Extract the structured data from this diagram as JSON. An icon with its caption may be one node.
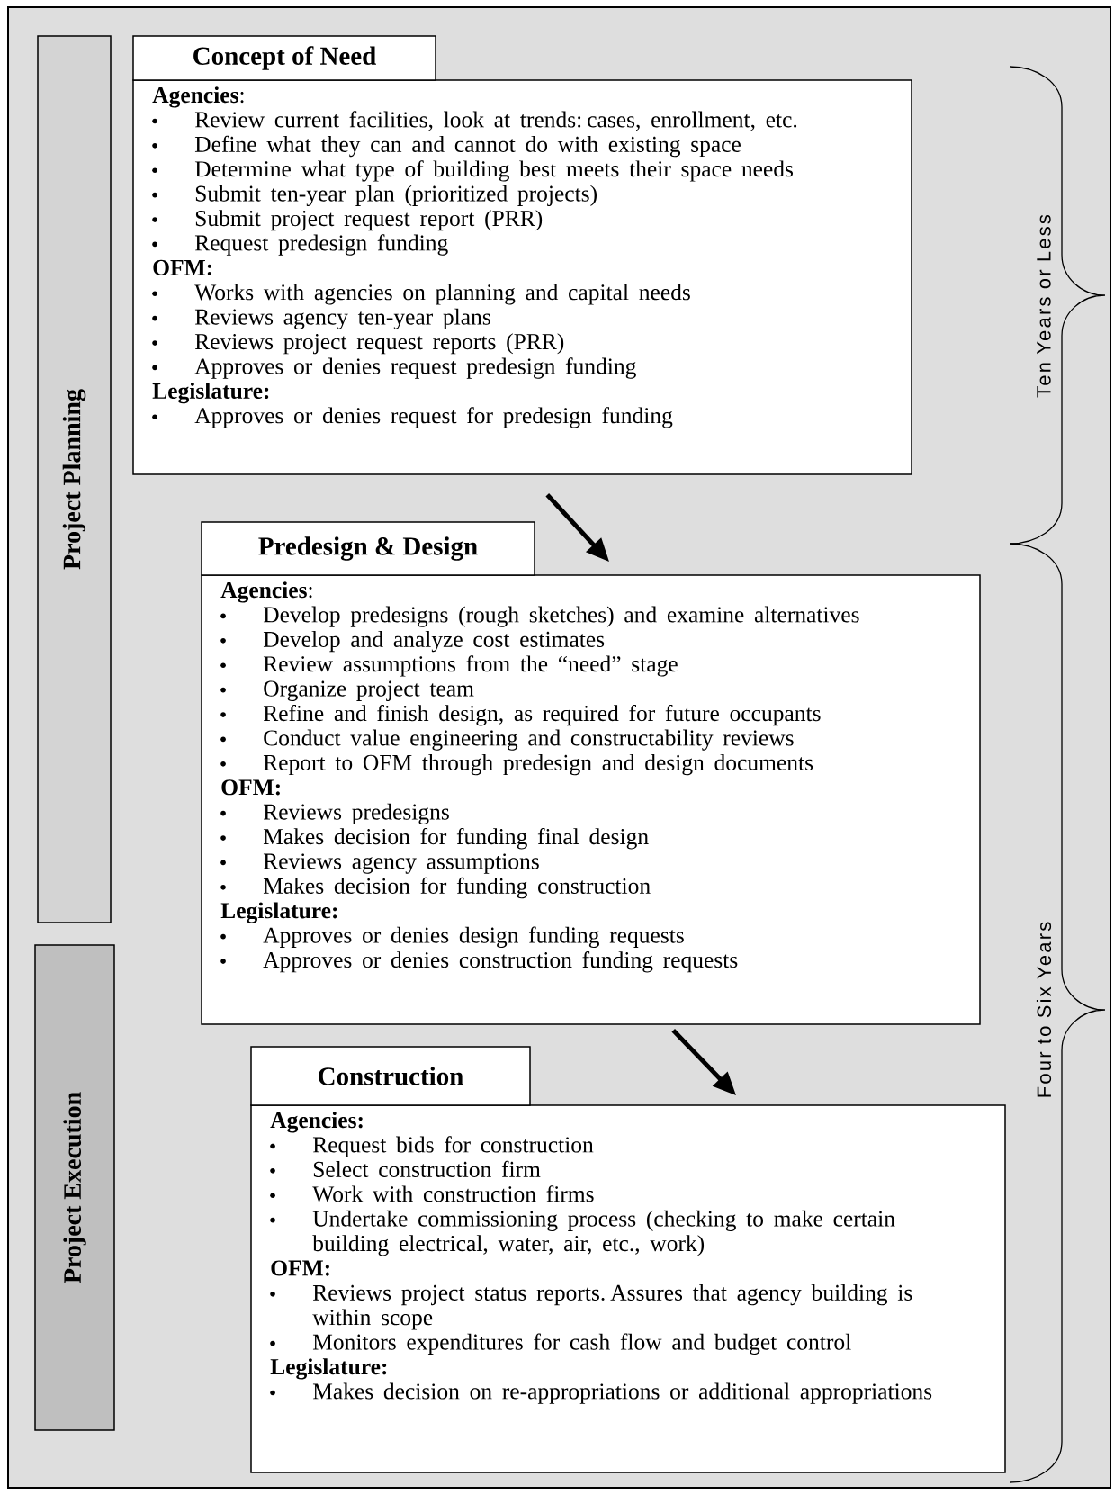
{
  "diagram": {
    "nodes": [
      {
        "text": [
          "Project Planning"
        ]
      },
      {
        "text": [
          "Project Execution"
        ]
      },
      {
        "text": [
          "Concept of Need",
          "**Agencies**:",
          "Review current facilities, look at trends: cases, enrollment, etc.",
          "Define what they can and cannot do with existing space",
          "Determine what type of building best meets their space needs",
          "Submit ten-year plan (prioritized projects)",
          "Submit project request report (PRR)",
          "Request predesign funding",
          "OFM:",
          "Works with agencies on planning and capital needs",
          "Reviews agency ten-year plans",
          "Reviews project request reports (PRR)",
          "Approves or denies request predesign funding",
          "Legislature:",
          "Approves or denies request for predesign funding"
        ]
      },
      {
        "text": [
          "Predesign & Design",
          "**Agencies**:",
          "Develop predesigns (rough sketches) and examine alternatives",
          "Develop and analyze cost estimates",
          "Review assumptions from the “need” stage",
          "Organize project team",
          "Refine and finish design, as required for future occupants",
          "Conduct value engineering and constructability reviews",
          "Report to OFM through predesign and design documents",
          "OFM:",
          "Reviews predesigns",
          "Makes decision for funding final design",
          "Reviews agency assumptions",
          "Makes decision for funding construction",
          "Legislature:",
          "Approves or denies design funding requests",
          "Approves or denies construction funding requests"
        ]
      },
      {
        "text": [
          "Construction",
          "Agencies:",
          "Request bids for construction",
          "Select construction firm",
          "Work with construction firms",
          "Undertake commissioning process (checking to make certain building electrical, water, air, etc., work)",
          "OFM:",
          "Reviews project status reports. Assures that agency building is within scope",
          "Monitors expenditures for cash flow and budget control",
          "Legislature:",
          "Makes decision on re-appropriations or additional appropriations"
        ]
      }
    ],
    "edges": [
      {
        "from": 2,
        "to": 3,
        "arrow": "to"
      },
      {
        "from": 3,
        "to": 4,
        "arrow": "to"
      }
    ],
    "labels": [
      "Ten Years or Less",
      "Four to Six Years"
    ]
  }
}
